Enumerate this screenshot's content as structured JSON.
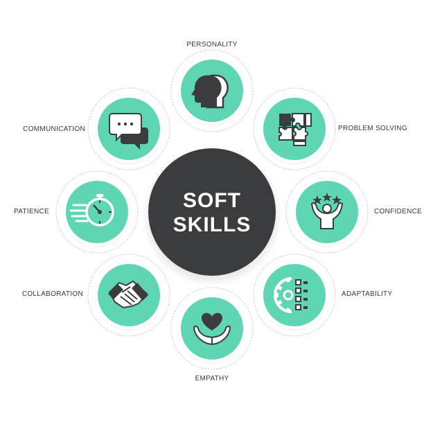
{
  "colors": {
    "center_fill": "#3a3c3f",
    "node_fill": "#5fd6b3",
    "node_ring": "#ffffff",
    "icon_dark": "#3a3c3f",
    "icon_light": "#ffffff",
    "dash": "#b9bcbf",
    "label": "#333638"
  },
  "center": {
    "line1": "SOFT",
    "line2": "SKILLS"
  },
  "skills": [
    {
      "id": "personality",
      "label": "PERSONALITY",
      "icon": "head-profiles-icon"
    },
    {
      "id": "problem-solving",
      "label": "PROBLEM SOLVING",
      "icon": "puzzle-icon"
    },
    {
      "id": "confidence",
      "label": "CONFIDENCE",
      "icon": "cheering-person-stars-icon"
    },
    {
      "id": "adaptability",
      "label": "ADAPTABILITY",
      "icon": "gear-checklist-icon"
    },
    {
      "id": "empathy",
      "label": "EMPATHY",
      "icon": "heart-in-hands-icon"
    },
    {
      "id": "collaboration",
      "label": "COLLABORATION",
      "icon": "handshake-icon"
    },
    {
      "id": "patience",
      "label": "PATIENCE",
      "icon": "stopwatch-icon"
    },
    {
      "id": "communication",
      "label": "COMMUNICATION",
      "icon": "chat-bubbles-icon"
    }
  ]
}
